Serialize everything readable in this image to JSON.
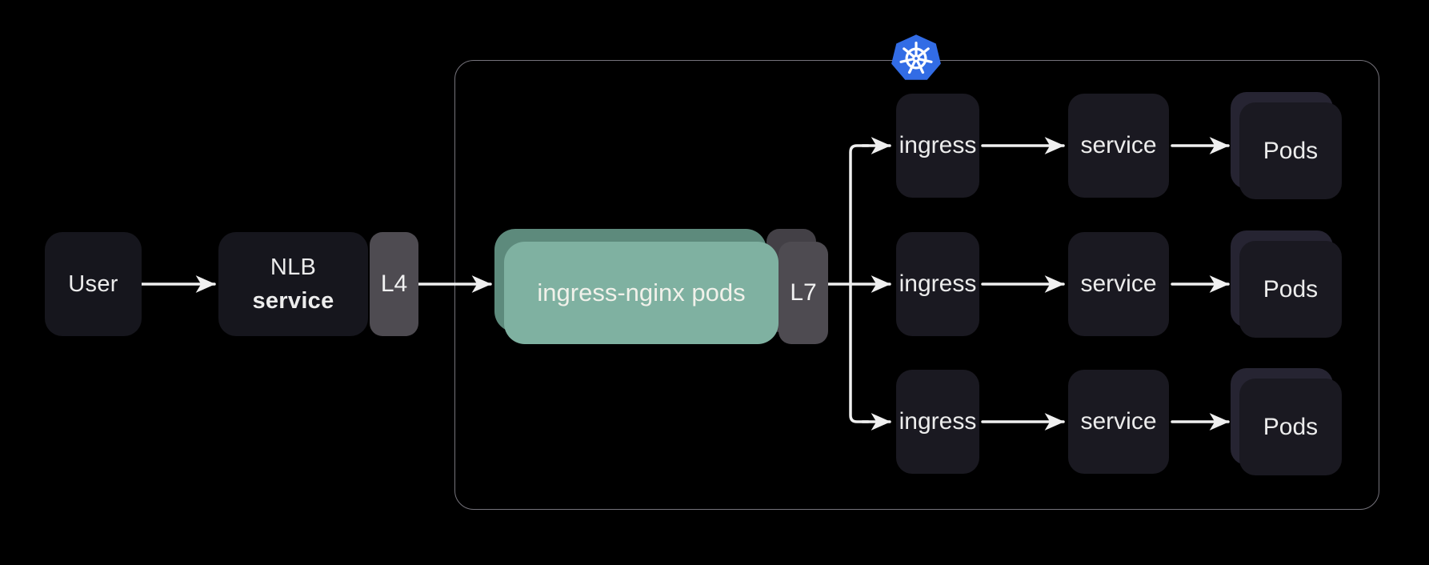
{
  "nodes": {
    "user": "User",
    "nlb_line1": "NLB",
    "nlb_line2": "service",
    "l4": "L4"
  },
  "cluster": {
    "logo_icon": "kubernetes-icon",
    "ingress_nginx": "ingress-nginx pods",
    "l7": "L7",
    "rows": [
      {
        "ingress": "ingress",
        "service": "service",
        "pods": "Pods"
      },
      {
        "ingress": "ingress",
        "service": "service",
        "pods": "Pods"
      },
      {
        "ingress": "ingress",
        "service": "service",
        "pods": "Pods"
      }
    ]
  },
  "colors": {
    "background": "#000000",
    "node_dark": "#16161d",
    "pods_back": "#262432",
    "tag_gray": "#4e4b51",
    "teal_front": "#7fb1a1",
    "teal_back": "#5d8a7c",
    "kubernetes_blue": "#326ce5",
    "arrow": "#f0f0f0",
    "cluster_border": "#75737b"
  }
}
